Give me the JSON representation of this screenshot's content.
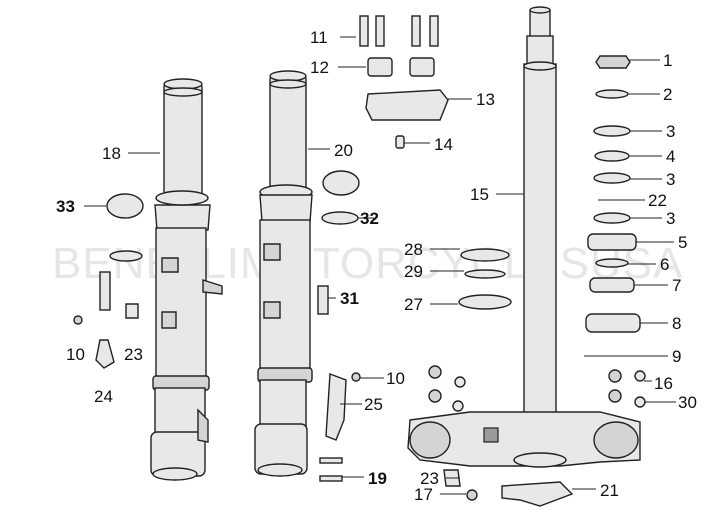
{
  "watermark": "BENELLIMOTORCYCLESUSA",
  "callouts": {
    "c1": "1",
    "c2": "2",
    "c3a": "3",
    "c3b": "3",
    "c3c": "3",
    "c4": "4",
    "c5": "5",
    "c6": "6",
    "c7": "7",
    "c8": "8",
    "c9": "9",
    "c10a": "10",
    "c10b": "10",
    "c11": "11",
    "c12": "12",
    "c13": "13",
    "c14": "14",
    "c15": "15",
    "c16": "16",
    "c17": "17",
    "c18": "18",
    "c19": "19",
    "c20": "20",
    "c21": "21",
    "c22": "22",
    "c23a": "23",
    "c23b": "23",
    "c24": "24",
    "c25": "25",
    "c27": "27",
    "c28": "28",
    "c29": "29",
    "c30": "30",
    "c31": "31",
    "c32": "32",
    "c33": "33"
  }
}
